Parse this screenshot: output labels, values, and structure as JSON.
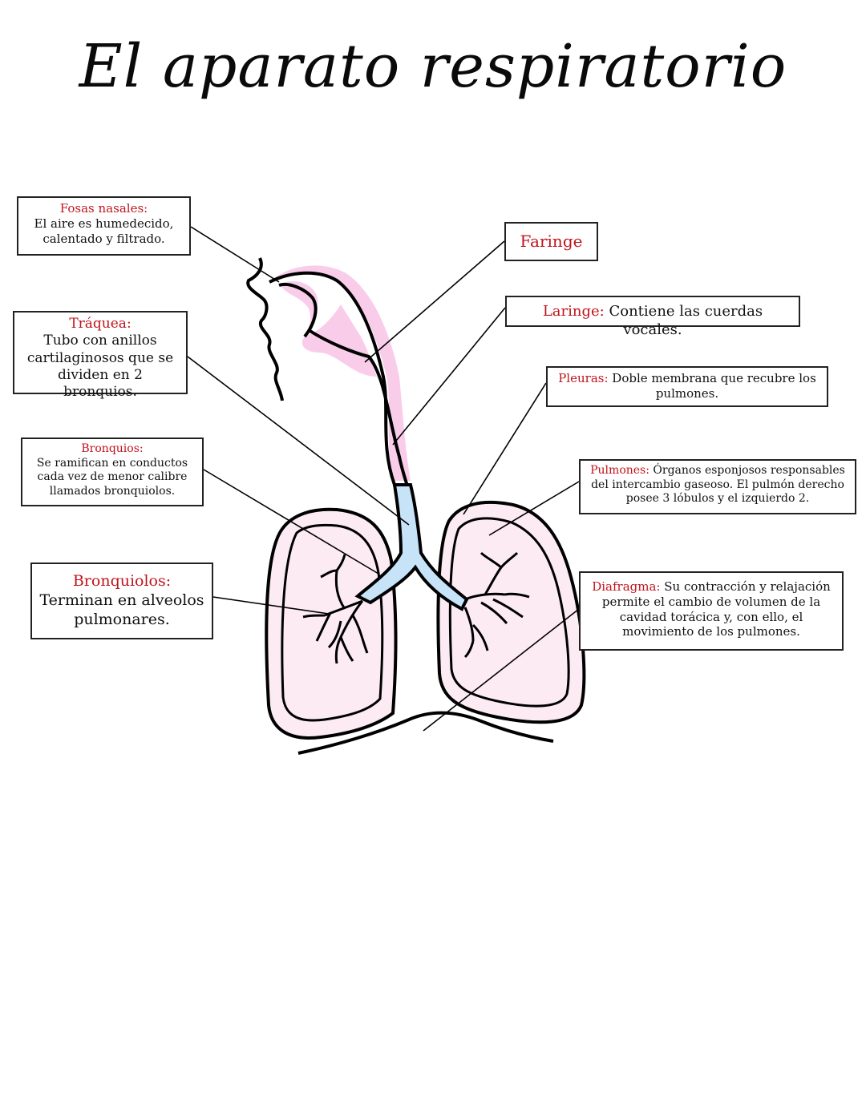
{
  "title": "El aparato respiratorio",
  "labels": {
    "fosas": {
      "term": "Fosas nasales:",
      "text": "El aire es humedecido, calentado y filtrado."
    },
    "traquea": {
      "term": "Tráquea:",
      "text": "Tubo con anillos cartilaginosos que se dividen en 2 bronquios."
    },
    "bronquios": {
      "term": "Bronquios:",
      "text": "Se ramifican en conductos cada vez de menor calibre llamados bronquiolos."
    },
    "bronquiolos": {
      "term": "Bronquiolos:",
      "text": "Terminan en alveolos pulmonares."
    },
    "faringe": {
      "term": "Faringe",
      "text": ""
    },
    "laringe": {
      "term": "Laringe:",
      "text": "Contiene las cuerdas vocales."
    },
    "pleuras": {
      "term": "Pleuras:",
      "text": "Doble membrana que recubre los pulmones."
    },
    "pulmones": {
      "term": "Pulmones:",
      "text": "Órganos esponjosos responsables del intercambio gaseoso. El pulmón derecho posee 3 lóbulos y el izquierdo 2."
    },
    "diafragma": {
      "term": "Diafragma:",
      "text": "Su contracción y relajación permite el cambio de volumen de la cavidad torácica y, con ello, el movimiento de los pulmones."
    }
  },
  "colors": {
    "term": "#c0141c",
    "upper_airway": "#f9cdea",
    "trachea": "#c6e3f8",
    "lung_fill": "#fdebf4",
    "outline": "#000000"
  }
}
